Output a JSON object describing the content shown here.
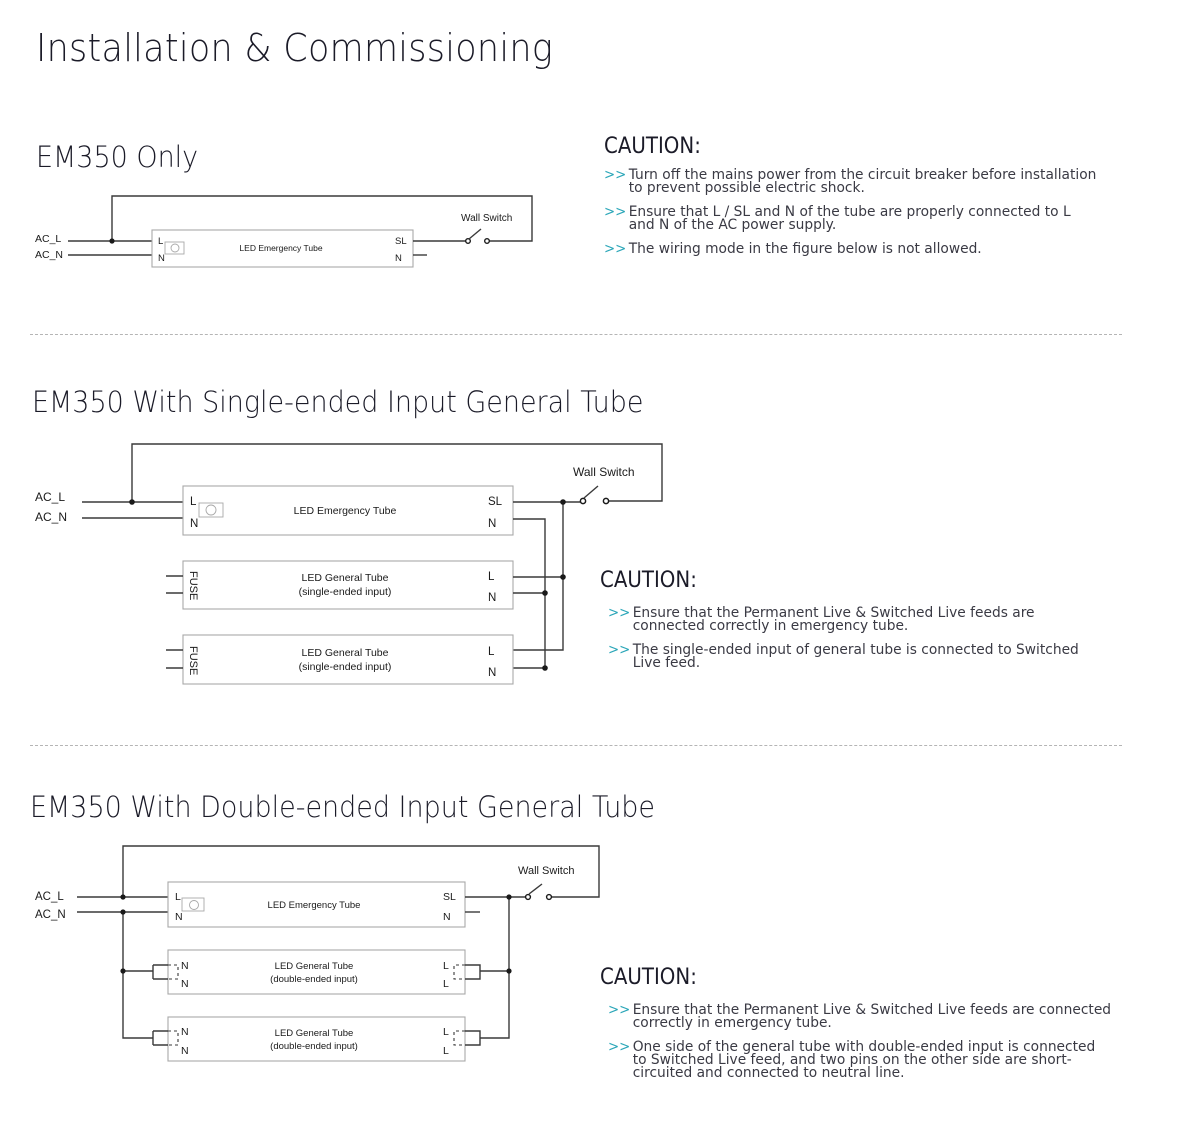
{
  "page": {
    "title": "Installation & Commissioning"
  },
  "sections": [
    {
      "title": "EM350 Only",
      "diagram": {
        "input_labels": [
          "AC_L",
          "AC_N"
        ],
        "emergency_tube": {
          "name": "LED Emergency Tube",
          "left_pins": [
            "L",
            "N"
          ],
          "right_pins": [
            "SL",
            "N"
          ]
        },
        "switch_label": "Wall Switch"
      },
      "caution": {
        "title": "CAUTION:",
        "bullet": ">>",
        "items": [
          "Turn off the mains power from the circuit breaker before installation to prevent possible electric shock.",
          "Ensure that L / SL and N of the tube are properly connected to L and N of the AC power supply.",
          "The wiring mode in the figure below is not allowed."
        ]
      }
    },
    {
      "title": "EM350 With Single-ended Input General Tube",
      "diagram": {
        "input_labels": [
          "AC_L",
          "AC_N"
        ],
        "emergency_tube": {
          "name": "LED Emergency Tube",
          "left_pins": [
            "L",
            "N"
          ],
          "right_pins": [
            "SL",
            "N"
          ]
        },
        "general_tubes": [
          {
            "line1": "LED General Tube",
            "line2": "(single-ended input)",
            "left_label": "FUSE",
            "right_pins": [
              "L",
              "N"
            ]
          },
          {
            "line1": "LED General Tube",
            "line2": "(single-ended input)",
            "left_label": "FUSE",
            "right_pins": [
              "L",
              "N"
            ]
          }
        ],
        "switch_label": "Wall Switch"
      },
      "caution": {
        "title": "CAUTION:",
        "bullet": ">>",
        "items": [
          "Ensure that the Permanent Live & Switched Live feeds are connected correctly in emergency tube.",
          "The single-ended input of general tube is connected to Switched Live feed."
        ]
      }
    },
    {
      "title": "EM350 With Double-ended Input General Tube",
      "diagram": {
        "input_labels": [
          "AC_L",
          "AC_N"
        ],
        "emergency_tube": {
          "name": "LED Emergency Tube",
          "left_pins": [
            "L",
            "N"
          ],
          "right_pins": [
            "SL",
            "N"
          ]
        },
        "general_tubes": [
          {
            "line1": "LED General Tube",
            "line2": "(double-ended input)",
            "left_pins": [
              "N",
              "N"
            ],
            "right_pins": [
              "L",
              "L"
            ]
          },
          {
            "line1": "LED General Tube",
            "line2": "(double-ended input)",
            "left_pins": [
              "N",
              "N"
            ],
            "right_pins": [
              "L",
              "L"
            ]
          }
        ],
        "switch_label": "Wall Switch"
      },
      "caution": {
        "title": "CAUTION:",
        "bullet": ">>",
        "items": [
          "Ensure that the Permanent Live & Switched Live feeds are connected correctly in emergency tube.",
          "One side of the general tube with double-ended input is connected to Switched Live feed, and two pins on the other side are short-circuited and connected to neutral line."
        ]
      }
    }
  ],
  "colors": {
    "bullet_accent": "#2aa6b8",
    "text": "#1b1b28",
    "wire": "#3a3a3a",
    "box_border": "#a8a8a8",
    "separator": "#b5b5b5"
  }
}
